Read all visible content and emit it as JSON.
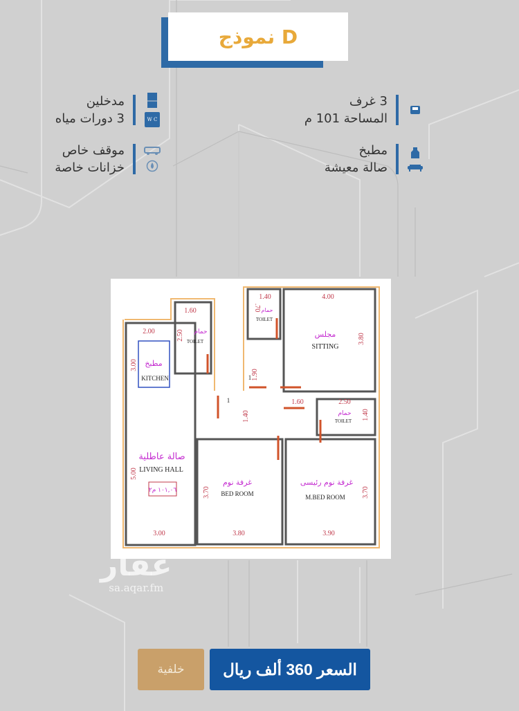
{
  "header": {
    "title": "نموذج D"
  },
  "features": {
    "rooms": "3 غرف",
    "area": "المساحة 101 م",
    "kitchen": "مطبخ",
    "living": "صالة معيشة",
    "entrances": "مدخلين",
    "bathrooms": "3 دورات مياه",
    "parking": "موقف خاص",
    "tanks": "خزانات خاصة",
    "wc_icon_text": "W C"
  },
  "floor_plan": {
    "toilet1": {
      "ar": "حمام",
      "en": "TOILET",
      "w": "1.60",
      "h": "2.50"
    },
    "kitchen": {
      "ar": "مطبخ",
      "en": "KITCHEN",
      "w": "2.00",
      "h": "3.00"
    },
    "toilet2": {
      "ar": "حمام",
      "en": "TOILET",
      "w": "1.40",
      "h": ".70"
    },
    "sitting": {
      "ar": "مجلس",
      "en": "SITTING",
      "w": "4.00",
      "h": "3.80"
    },
    "corridor": {
      "h1": "1.90",
      "h2": "1.40",
      "w": "1.60",
      "door1": "1",
      "door2": "1"
    },
    "toilet3": {
      "ar": "حمام",
      "en": "TOILET",
      "w": "2.50",
      "h": "1.40"
    },
    "living": {
      "ar": "صالة عاطلية",
      "en": "LIVING HALL",
      "w": "3.00",
      "h": "5.00",
      "area": "١٠١,٠٦ م٢"
    },
    "bedroom": {
      "ar": "غرفة نوم",
      "en": "BED ROOM",
      "w": "3.80",
      "h": "3.70"
    },
    "master": {
      "ar": "غرفة نوم رئيسى",
      "en": "M.BED ROOM",
      "w": "3.90",
      "h": "3.70"
    }
  },
  "watermark": {
    "logo": "عقار",
    "url": "sa.aqar.fm"
  },
  "buttons": {
    "background": "خلفية",
    "price": "السعر 360 ألف ريال"
  },
  "colors": {
    "accent_blue": "#1456a0",
    "title_orange": "#e8a93a",
    "tan": "#c9a06a",
    "dimension_red": "#c0394a",
    "label_magenta": "#c42bd0"
  }
}
